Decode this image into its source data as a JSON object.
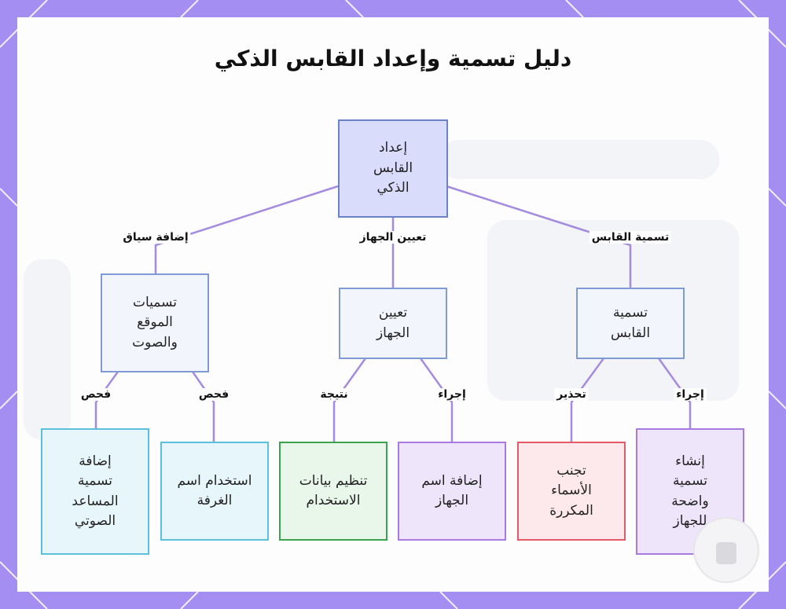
{
  "title": "دليل تسمية وإعداد القابس الذكي",
  "root": {
    "label": "إعداد القابس الذكي"
  },
  "branches": [
    {
      "edge_label": "تسمية القابس",
      "label": "تسمية القابس"
    },
    {
      "edge_label": "تعيين الجهاز",
      "label": "تعيين الجهاز"
    },
    {
      "edge_label": "إضافة سياق",
      "label": "تسميات الموقع والصوت"
    }
  ],
  "leaves": [
    {
      "edge_label": "إجراء",
      "label": "إنشاء تسمية واضحة للجهاز"
    },
    {
      "edge_label": "تحذير",
      "label": "تجنب الأسماء المكررة"
    },
    {
      "edge_label": "إجراء",
      "label": "إضافة اسم الجهاز"
    },
    {
      "edge_label": "نتيجة",
      "label": "تنظيم بيانات الاستخدام"
    },
    {
      "edge_label": "فحص",
      "label": "استخدام اسم الغرفة"
    },
    {
      "edge_label": "فحص",
      "label": "إضافة تسمية المساعد الصوتي"
    }
  ],
  "colors": {
    "frame": "#a48ef2",
    "connector": "#a48be0",
    "root_fill": "#d9dcfb",
    "leaf_cyan": "#5cc0dd",
    "leaf_green": "#3ba24d",
    "leaf_purple": "#a97be0",
    "leaf_red": "#e45a67"
  }
}
